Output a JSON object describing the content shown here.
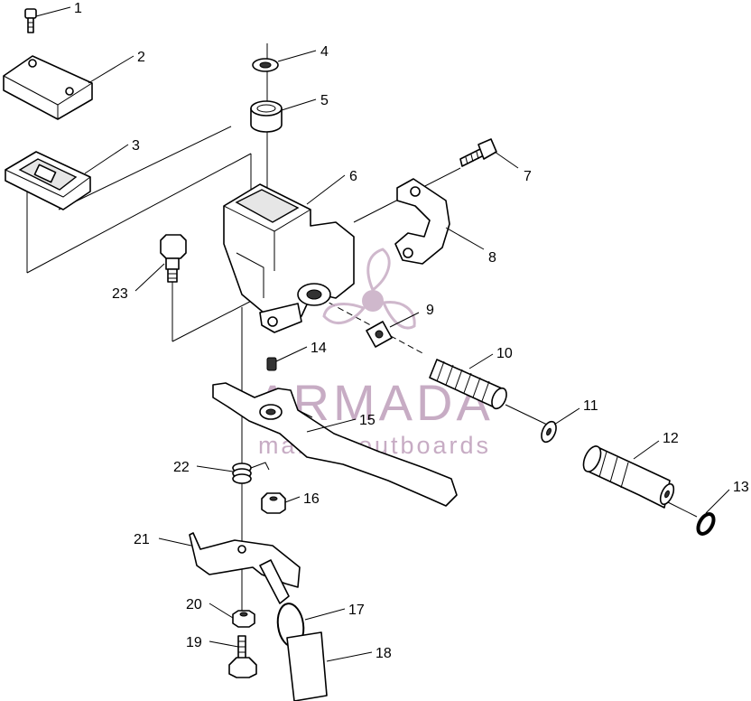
{
  "callouts": [
    {
      "id": "1",
      "label": "1",
      "part": "screw"
    },
    {
      "id": "2",
      "label": "2",
      "part": "reservoir-cover"
    },
    {
      "id": "3",
      "label": "3",
      "part": "diaphragm"
    },
    {
      "id": "4",
      "label": "4",
      "part": "washer"
    },
    {
      "id": "5",
      "label": "5",
      "part": "bushing"
    },
    {
      "id": "6",
      "label": "6",
      "part": "master-cylinder"
    },
    {
      "id": "7",
      "label": "7",
      "part": "clamp-bolt"
    },
    {
      "id": "8",
      "label": "8",
      "part": "clamp"
    },
    {
      "id": "9",
      "label": "9",
      "part": "washer"
    },
    {
      "id": "10",
      "label": "10",
      "part": "boot"
    },
    {
      "id": "11",
      "label": "11",
      "part": "washer"
    },
    {
      "id": "12",
      "label": "12",
      "part": "piston"
    },
    {
      "id": "13",
      "label": "13",
      "part": "snap-ring"
    },
    {
      "id": "14",
      "label": "14",
      "part": "set-screw"
    },
    {
      "id": "15",
      "label": "15",
      "part": "brake-lever"
    },
    {
      "id": "16",
      "label": "16",
      "part": "nut"
    },
    {
      "id": "17",
      "label": "17",
      "part": "ring"
    },
    {
      "id": "18",
      "label": "18",
      "part": "tag"
    },
    {
      "id": "19",
      "label": "19",
      "part": "screw"
    },
    {
      "id": "20",
      "label": "20",
      "part": "nut"
    },
    {
      "id": "21",
      "label": "21",
      "part": "bracket"
    },
    {
      "id": "22",
      "label": "22",
      "part": "spring"
    },
    {
      "id": "23",
      "label": "23",
      "part": "pivot-bolt"
    }
  ],
  "watermark": {
    "brand": "ARMADA",
    "tagline": "marine outboards",
    "color": "#c7acc4",
    "icon": "propeller-icon"
  }
}
